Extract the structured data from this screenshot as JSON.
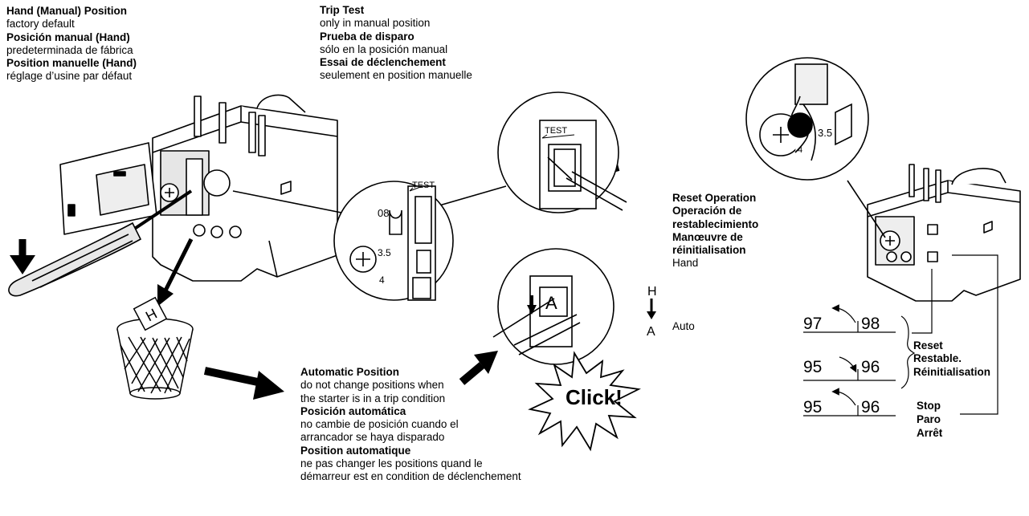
{
  "hand_position": {
    "en_title": "Hand (Manual) Position",
    "en_text": "factory default",
    "es_title": "Posición manual (Hand)",
    "es_text": "predeterminada de fábrica",
    "fr_title": "Position manuelle (Hand)",
    "fr_text": "réglage d’usine par défaut"
  },
  "trip_test": {
    "en_title": "Trip Test",
    "en_text": "only in manual position",
    "es_title": "Prueba de disparo",
    "es_text": "sólo en la posición manual",
    "fr_title": "Essai de déclenchement",
    "fr_text": "seulement en position manuelle"
  },
  "reset_operation": {
    "en_title": "Reset Operation",
    "es_title_1": "Operación de",
    "es_title_2": "restablecimiento",
    "fr_title_1": "Manœuvre de",
    "fr_title_2": "réinitialisation",
    "hand_label": "Hand",
    "auto_label": "Auto"
  },
  "automatic_position": {
    "en_title": "Automatic Position",
    "en_text_1": "do not change positions when",
    "en_text_2": "the starter is in a trip condition",
    "es_title": "Posición automática",
    "es_text_1": "no cambie de posición cuando el",
    "es_text_2": "arrancador se haya disparado",
    "fr_title": "Position automatique",
    "fr_text_1": "ne pas changer les positions quand le",
    "fr_text_2": "démarreur est en condition de déclenchement"
  },
  "device_labels": {
    "test": "TEST",
    "dial_08": "08",
    "dial_35": "3.5",
    "dial_4": "4",
    "h_tag": "H",
    "a_window": "A",
    "h_small": "H",
    "a_small": "A",
    "click": "Click!"
  },
  "contacts": {
    "row1_left": "97",
    "row1_right": "98",
    "row2_left": "95",
    "row2_right": "96",
    "row3_left": "95",
    "row3_right": "96",
    "reset_en": "Reset",
    "reset_es": "Restable.",
    "reset_fr": "Réinitialisation",
    "stop_en": "Stop",
    "stop_es": "Paro",
    "stop_fr": "Arrêt"
  }
}
